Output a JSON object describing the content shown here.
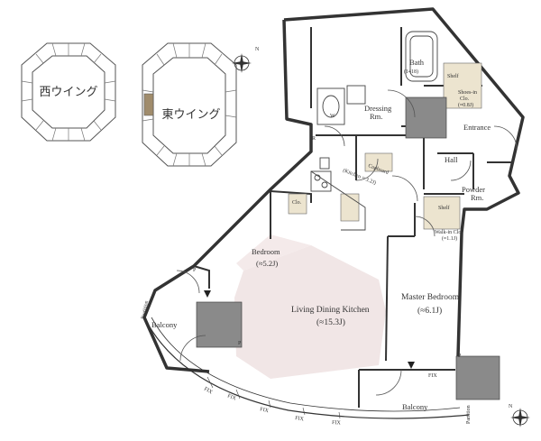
{
  "key_plan": {
    "west_wing": "西ウイング",
    "east_wing": "東ウイング",
    "compass_label": "N"
  },
  "rooms": {
    "bath": "Bath",
    "bath_size": "(1418)",
    "shelf_top": "Shelf",
    "shoes_in": "Shoes-in",
    "shoes_clo": "Clo.",
    "shoes_size": "(≈0.8J)",
    "dressing": "Dressing",
    "dressing_rm": "Rm.",
    "entrance": "Entrance",
    "w_mark": "W",
    "r_mark": "R",
    "cupboard": "Cupboard",
    "kitchen": "(Kitchen ≈ 3.2J)",
    "hall": "Hall",
    "powder": "Powder",
    "powder_rm": "Rm.",
    "shelf_wic": "Shelf",
    "walkin_clo": "Walk-in Clo.",
    "walkin_size": "(≈1.1J)",
    "clo": "Clo.",
    "bedroom": "Bedroom",
    "bedroom_size": "(≈5.2J)",
    "ldk": "Living Dining Kitchen",
    "ldk_size": "(≈15.3J)",
    "master": "Master Bedroom",
    "master_size": "(≈6.1J)",
    "balcony_left": "Balcony",
    "balcony_bottom": "Balcony",
    "partition_left": "Partition",
    "partition_right": "Partition",
    "p_mark": "P",
    "fix": "FIX",
    "compass_label": "N"
  }
}
